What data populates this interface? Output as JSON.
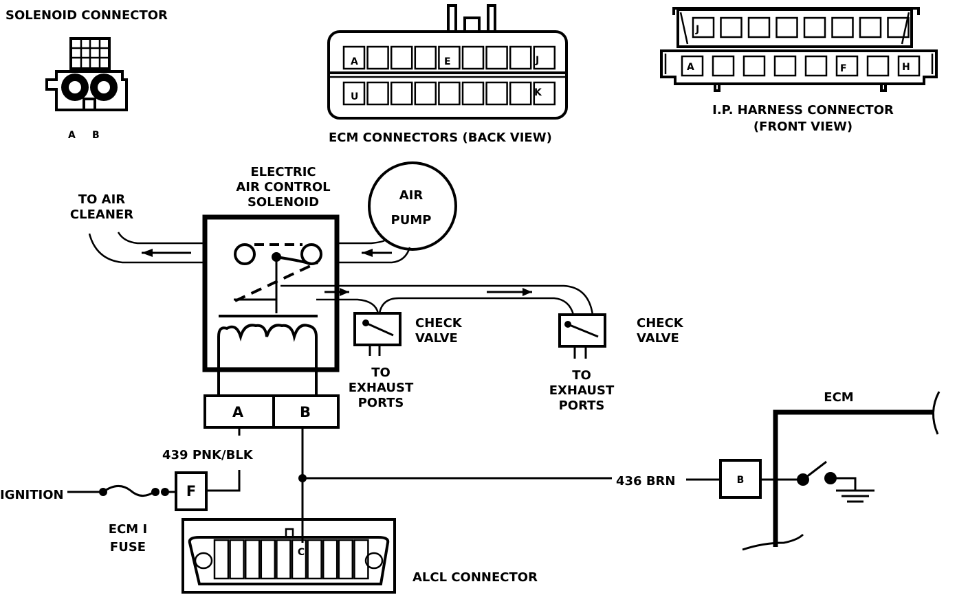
{
  "solenoid_connector": {
    "title": "SOLENOID CONNECTOR",
    "pin_a": "A",
    "pin_b": "B"
  },
  "ecm_connectors": {
    "title": "ECM CONNECTORS (BACK VIEW)",
    "pins": {
      "a": "A",
      "e": "E",
      "j": "J",
      "u": "U",
      "k": "K"
    }
  },
  "ip_harness_connector": {
    "title": "I.P. HARNESS CONNECTOR",
    "subtitle": "(FRONT VIEW)",
    "pins": {
      "j": "J",
      "a": "A",
      "f": "F",
      "h": "H"
    }
  },
  "solenoid": {
    "label_lines": [
      "ELECTRIC",
      "AIR CONTROL",
      "SOLENOID"
    ],
    "terminal_a": "A",
    "terminal_b": "B"
  },
  "air_pump": {
    "label_lines": [
      "AIR",
      "PUMP"
    ]
  },
  "to_air_cleaner": {
    "label_lines": [
      "TO AIR",
      "CLEANER"
    ]
  },
  "check_valves": [
    {
      "label_lines": [
        "CHECK",
        "VALVE"
      ],
      "ports_lines": [
        "TO",
        "EXHAUST",
        "PORTS"
      ]
    },
    {
      "label_lines": [
        "CHECK",
        "VALVE"
      ],
      "ports_lines": [
        "TO",
        "EXHAUST",
        "PORTS"
      ]
    }
  ],
  "wires": {
    "pnk_blk": "439 PNK/BLK",
    "brn": "436 BRN"
  },
  "ignition": "IGNITION",
  "fuse": {
    "terminal": "F",
    "label_lines": [
      "ECM I",
      "FUSE"
    ]
  },
  "ecm": {
    "label": "ECM",
    "terminal": "B"
  },
  "alcl": {
    "label": "ALCL CONNECTOR",
    "terminal": "C"
  }
}
